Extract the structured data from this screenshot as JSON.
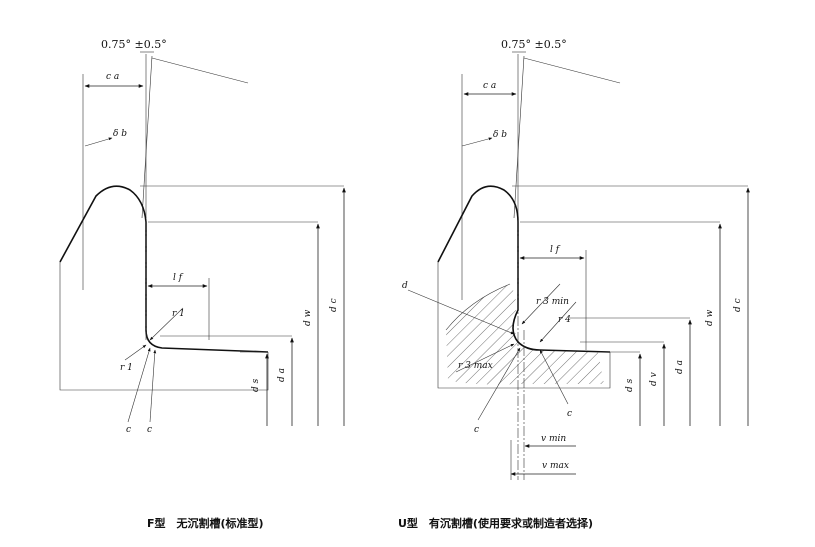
{
  "left_panel": {
    "angle_label": "0.75° ±0.5°",
    "labels": {
      "c": "c a",
      "delta": "δ b",
      "lf": "l f",
      "r1_top": "r 1",
      "r1_bottom": "r 1",
      "c1": "c",
      "c2": "c",
      "dw": "d w",
      "dc": "d c",
      "ds": "d s",
      "da": "d a"
    },
    "caption": "F型　无沉割槽(标准型)"
  },
  "right_panel": {
    "angle_label": "0.75° ±0.5°",
    "labels": {
      "c": "c a",
      "delta": "δ b",
      "lf": "l f",
      "r3min": "r 3 min",
      "r3max": "r 3 max",
      "r4": "r 4",
      "d_marker": "d",
      "c1": "c",
      "c2": "c",
      "vmin": "v min",
      "vmax": "v max",
      "ds": "d s",
      "dv": "d v",
      "da": "d a",
      "dw": "d w",
      "dc": "d c"
    },
    "caption": "U型　有沉割槽(使用要求或制造者选择)"
  }
}
